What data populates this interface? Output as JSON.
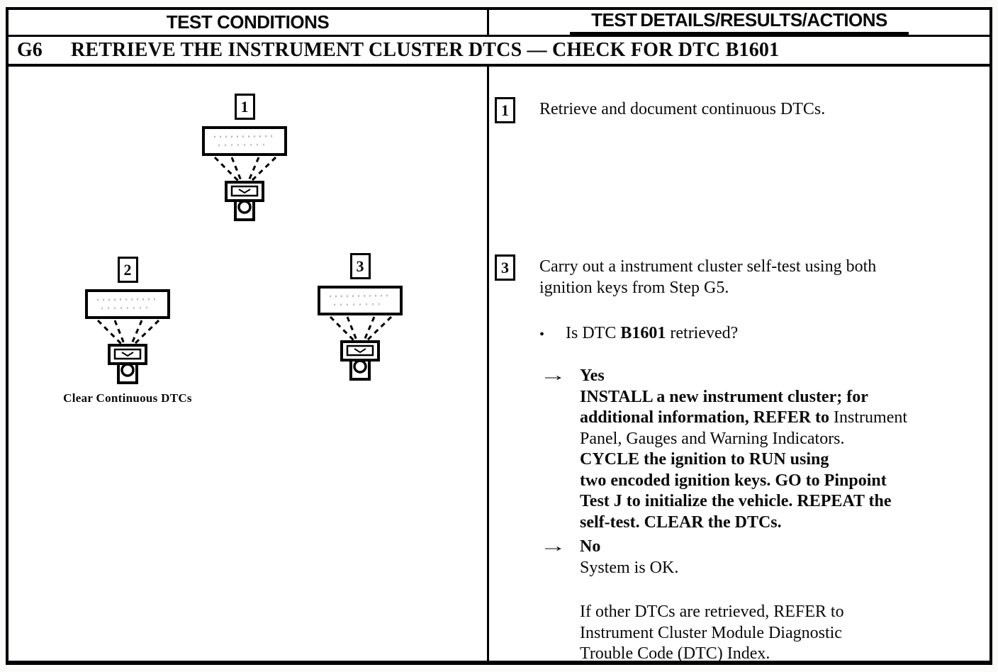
{
  "header": {
    "left": "TEST CONDITIONS",
    "right": "TEST DETAILS/RESULTS/ACTIONS"
  },
  "step_header": {
    "id": "G6",
    "title": "RETRIEVE THE INSTRUMENT CLUSTER DTCS — CHECK FOR DTC B1601"
  },
  "conditions": {
    "figure1": {
      "number": "1"
    },
    "figure2": {
      "number": "2",
      "caption": "Clear Continuous DTCs"
    },
    "figure3": {
      "number": "3"
    }
  },
  "details": {
    "step1": {
      "number": "1",
      "text": "Retrieve and document continuous DTCs."
    },
    "step3": {
      "number": "3",
      "line1": "Carry out a instrument cluster self-test using both",
      "line2": "ignition keys from Step G5.",
      "bullet_glyph": "•",
      "question_pre": "Is DTC ",
      "question_code": "B1601",
      "question_post": " retrieved?",
      "arrow_glyph": "→",
      "yes": {
        "label": "Yes",
        "l1": "INSTALL a new instrument cluster; for",
        "l2a": "additional information, REFER to ",
        "l2b": "Instrument",
        "l3": "Panel, Gauges and Warning Indicators.",
        "l4": "CYCLE the ignition to RUN using",
        "l5": "two encoded ignition keys. GO to Pinpoint",
        "l6": "Test J to initialize the vehicle. REPEAT the",
        "l7": "self-test. CLEAR the DTCs."
      },
      "no": {
        "label": "No",
        "text": "System is OK."
      },
      "note": {
        "l1": "If other DTCs are retrieved, REFER to",
        "l2": "Instrument Cluster Module Diagnostic",
        "l3": "Trouble Code (DTC) Index."
      }
    }
  }
}
